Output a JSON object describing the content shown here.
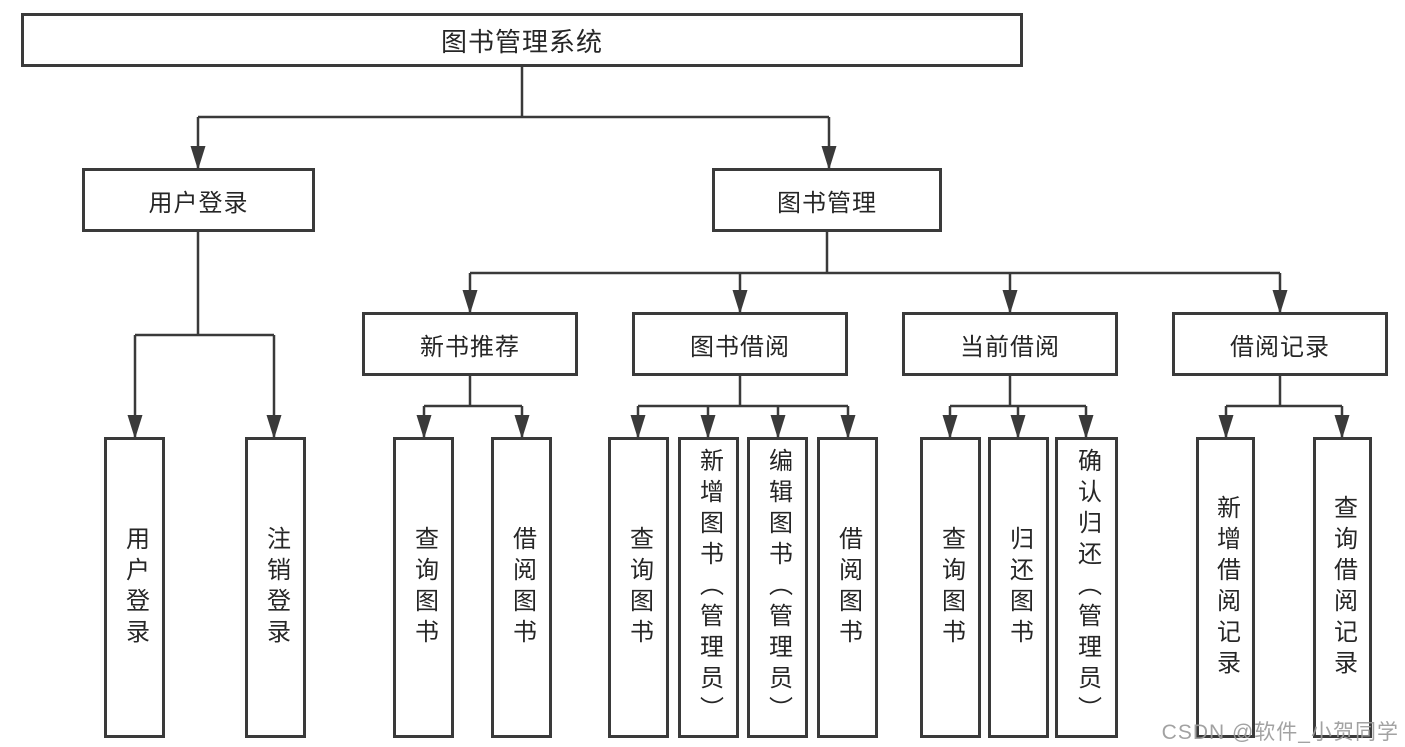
{
  "diagram": {
    "type": "hierarchy-tree",
    "watermark": "CSDN @软件_小贺同学",
    "colors": {
      "line": "#3a3a3a",
      "box_border": "#3a3a3a",
      "text": "#262626",
      "watermark": "#9b9b9b",
      "background": "#ffffff"
    },
    "nodes": {
      "root": {
        "label": "图书管理系统"
      },
      "user_login": {
        "label": "用户登录"
      },
      "book_mgmt": {
        "label": "图书管理"
      },
      "new_book_rec": {
        "label": "新书推荐"
      },
      "book_borrow": {
        "label": "图书借阅"
      },
      "current_borrow": {
        "label": "当前借阅"
      },
      "borrow_records": {
        "label": "借阅记录"
      },
      "leaf_user_login": {
        "label": "用户登录"
      },
      "leaf_logout": {
        "label": "注销登录"
      },
      "leaf_query_book_1": {
        "label": "查询图书"
      },
      "leaf_borrow_book_1": {
        "label": "借阅图书"
      },
      "leaf_query_book_2": {
        "label": "查询图书"
      },
      "leaf_add_book": {
        "label": "新增图书（管理员）"
      },
      "leaf_edit_book": {
        "label": "编辑图书（管理员）"
      },
      "leaf_borrow_book_2": {
        "label": "借阅图书"
      },
      "leaf_query_book_3": {
        "label": "查询图书"
      },
      "leaf_return_book": {
        "label": "归还图书"
      },
      "leaf_confirm_return": {
        "label": "确认归还（管理员）"
      },
      "leaf_add_record": {
        "label": "新增借阅记录"
      },
      "leaf_query_record": {
        "label": "查询借阅记录"
      }
    },
    "hierarchy": {
      "图书管理系统": {
        "用户登录": [
          "用户登录",
          "注销登录"
        ],
        "图书管理": {
          "新书推荐": [
            "查询图书",
            "借阅图书"
          ],
          "图书借阅": [
            "查询图书",
            "新增图书（管理员）",
            "编辑图书（管理员）",
            "借阅图书"
          ],
          "当前借阅": [
            "查询图书",
            "归还图书",
            "确认归还（管理员）"
          ],
          "借阅记录": [
            "新增借阅记录",
            "查询借阅记录"
          ]
        }
      }
    }
  }
}
